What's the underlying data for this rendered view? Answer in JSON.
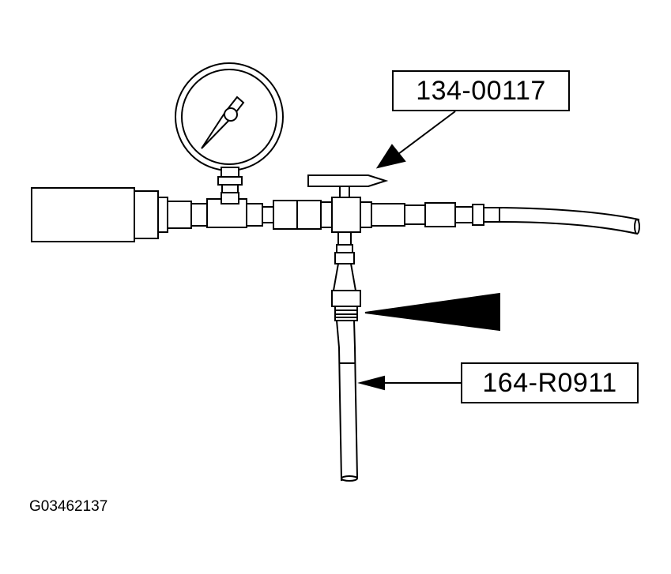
{
  "labels": {
    "valve_part_number": "134-00117",
    "hose_part_number": "164-R0911"
  },
  "figure_id": "G03462137",
  "colors": {
    "line": "#000000",
    "background": "#ffffff"
  }
}
